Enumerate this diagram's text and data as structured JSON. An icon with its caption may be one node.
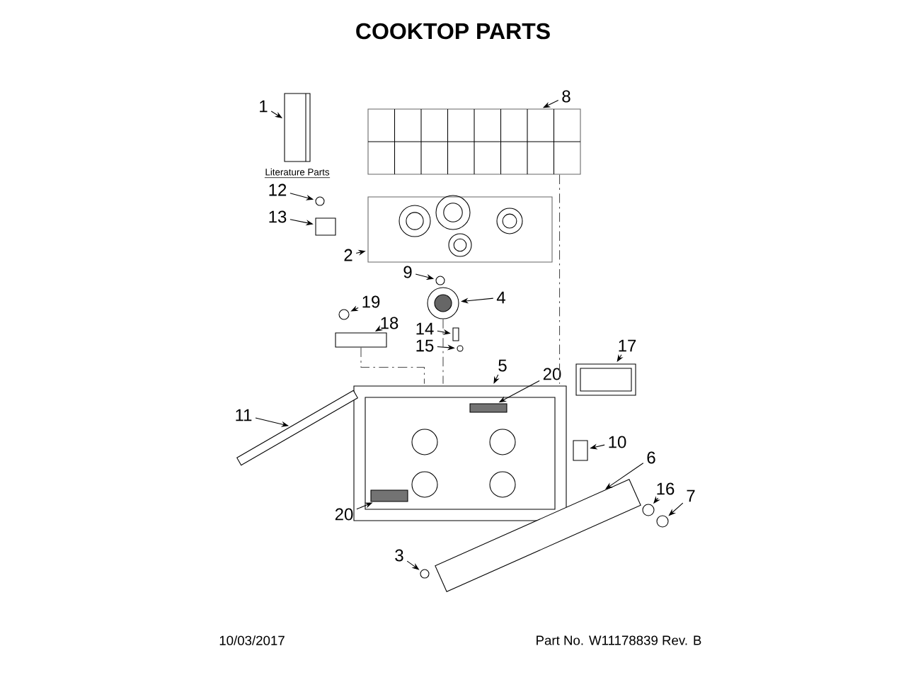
{
  "diagram": {
    "title": "COOKTOP PARTS",
    "nodes": [
      {
        "text": [
          "1"
        ]
      },
      {
        "text": [
          "8"
        ]
      },
      {
        "text": [
          "12"
        ]
      },
      {
        "text": [
          "13"
        ]
      },
      {
        "text": [
          "2"
        ]
      },
      {
        "text": [
          "9"
        ]
      },
      {
        "text": [
          "4"
        ]
      },
      {
        "text": [
          "19"
        ]
      },
      {
        "text": [
          "14"
        ]
      },
      {
        "text": [
          "18"
        ]
      },
      {
        "text": [
          "15"
        ]
      },
      {
        "text": [
          "17"
        ]
      },
      {
        "text": [
          "5"
        ]
      },
      {
        "text": [
          "20"
        ]
      },
      {
        "text": [
          "11"
        ]
      },
      {
        "text": [
          "10"
        ]
      },
      {
        "text": [
          "6"
        ]
      },
      {
        "text": [
          "16"
        ]
      },
      {
        "text": [
          "7"
        ]
      },
      {
        "text": [
          "20"
        ]
      },
      {
        "text": [
          "3"
        ]
      },
      {
        "text": [],
        "shape": "box"
      },
      {
        "text": [],
        "shape": "picture"
      },
      {
        "text": [],
        "shape": "circle"
      },
      {
        "text": [],
        "shape": "box"
      },
      {
        "text": [],
        "shape": "picture"
      },
      {
        "text": [],
        "shape": "circle"
      },
      {
        "text": [],
        "shape": "circle"
      },
      {
        "text": [],
        "shape": "circle"
      },
      {
        "text": [],
        "shape": "box"
      },
      {
        "text": [],
        "shape": "box"
      },
      {
        "text": [],
        "shape": "circle"
      },
      {
        "text": [],
        "shape": "box"
      },
      {
        "text": [],
        "shape": "box"
      },
      {
        "text": [],
        "shape": "box",
        "in": 33
      },
      {
        "text": [],
        "shape": "box"
      },
      {
        "text": [],
        "shape": "box"
      },
      {
        "text": [],
        "shape": "box"
      },
      {
        "text": [],
        "shape": "circle"
      },
      {
        "text": [],
        "shape": "circle"
      },
      {
        "text": [],
        "shape": "box",
        "in": 33
      },
      {
        "text": [],
        "shape": "circle"
      }
    ],
    "edges": [
      {
        "from": 0,
        "to": 21,
        "arrow": "to"
      },
      {
        "from": 1,
        "to": 22,
        "arrow": "to"
      },
      {
        "from": 2,
        "to": 23,
        "arrow": "to"
      },
      {
        "from": 3,
        "to": 24,
        "arrow": "to"
      },
      {
        "from": 4,
        "to": 25,
        "arrow": "to"
      },
      {
        "from": 5,
        "to": 26,
        "arrow": "to"
      },
      {
        "from": 6,
        "to": 27,
        "arrow": "to"
      },
      {
        "from": 7,
        "to": 28,
        "arrow": "to"
      },
      {
        "from": 8,
        "to": 29,
        "arrow": "to"
      },
      {
        "from": 9,
        "to": 30,
        "arrow": "to"
      },
      {
        "from": 10,
        "to": 31,
        "arrow": "to"
      },
      {
        "from": 11,
        "to": 32,
        "arrow": "to"
      },
      {
        "from": 12,
        "to": 33,
        "arrow": "to"
      },
      {
        "from": 13,
        "to": 34,
        "arrow": "to"
      },
      {
        "from": 14,
        "to": 35,
        "arrow": "to"
      },
      {
        "from": 15,
        "to": 36,
        "arrow": "to"
      },
      {
        "from": 16,
        "to": 37,
        "arrow": "to"
      },
      {
        "from": 17,
        "to": 38,
        "arrow": "to"
      },
      {
        "from": 18,
        "to": 39,
        "arrow": "to"
      },
      {
        "from": 19,
        "to": 40,
        "arrow": "to"
      },
      {
        "from": 20,
        "to": 41,
        "arrow": "to"
      },
      {
        "from": 22,
        "to": 33,
        "arrow": "none",
        "style": "dashed"
      },
      {
        "from": 27,
        "to": 33,
        "arrow": "none",
        "style": "dashed"
      },
      {
        "from": 30,
        "to": 33,
        "arrow": "none",
        "style": "dashed"
      }
    ],
    "labels": [
      "Literature Parts",
      "10/03/2017",
      "Part No. W11178839 Rev. B"
    ]
  }
}
